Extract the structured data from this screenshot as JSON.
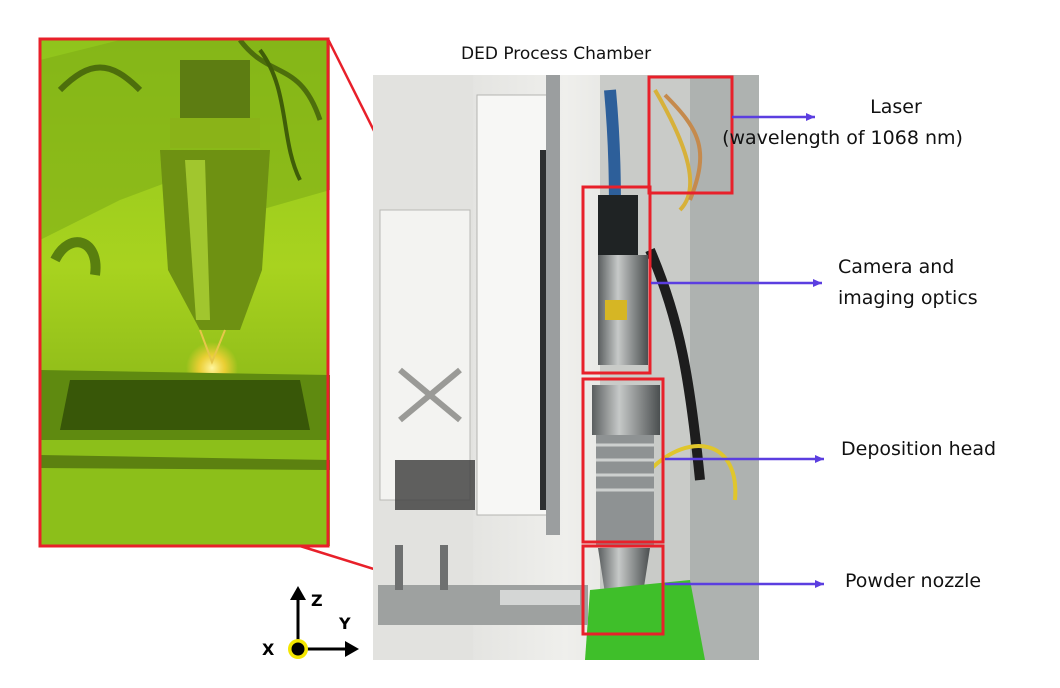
{
  "title": "DED Process Chamber",
  "labels": {
    "laser_line1": "Laser",
    "laser_line2": "(wavelength of 1068 nm)",
    "camera_line1": "Camera and",
    "camera_line2": "imaging optics",
    "deposition": "Deposition head",
    "nozzle": "Powder nozzle"
  },
  "axes": {
    "z": "Z",
    "y": "Y",
    "x": "X"
  },
  "colors": {
    "highlight_box": "#e8202a",
    "arrow": "#5b3ee0",
    "zoom_tint": "#9fd11a",
    "build_plate": "#3fbf2a",
    "axis_dot": "#f4e600"
  }
}
